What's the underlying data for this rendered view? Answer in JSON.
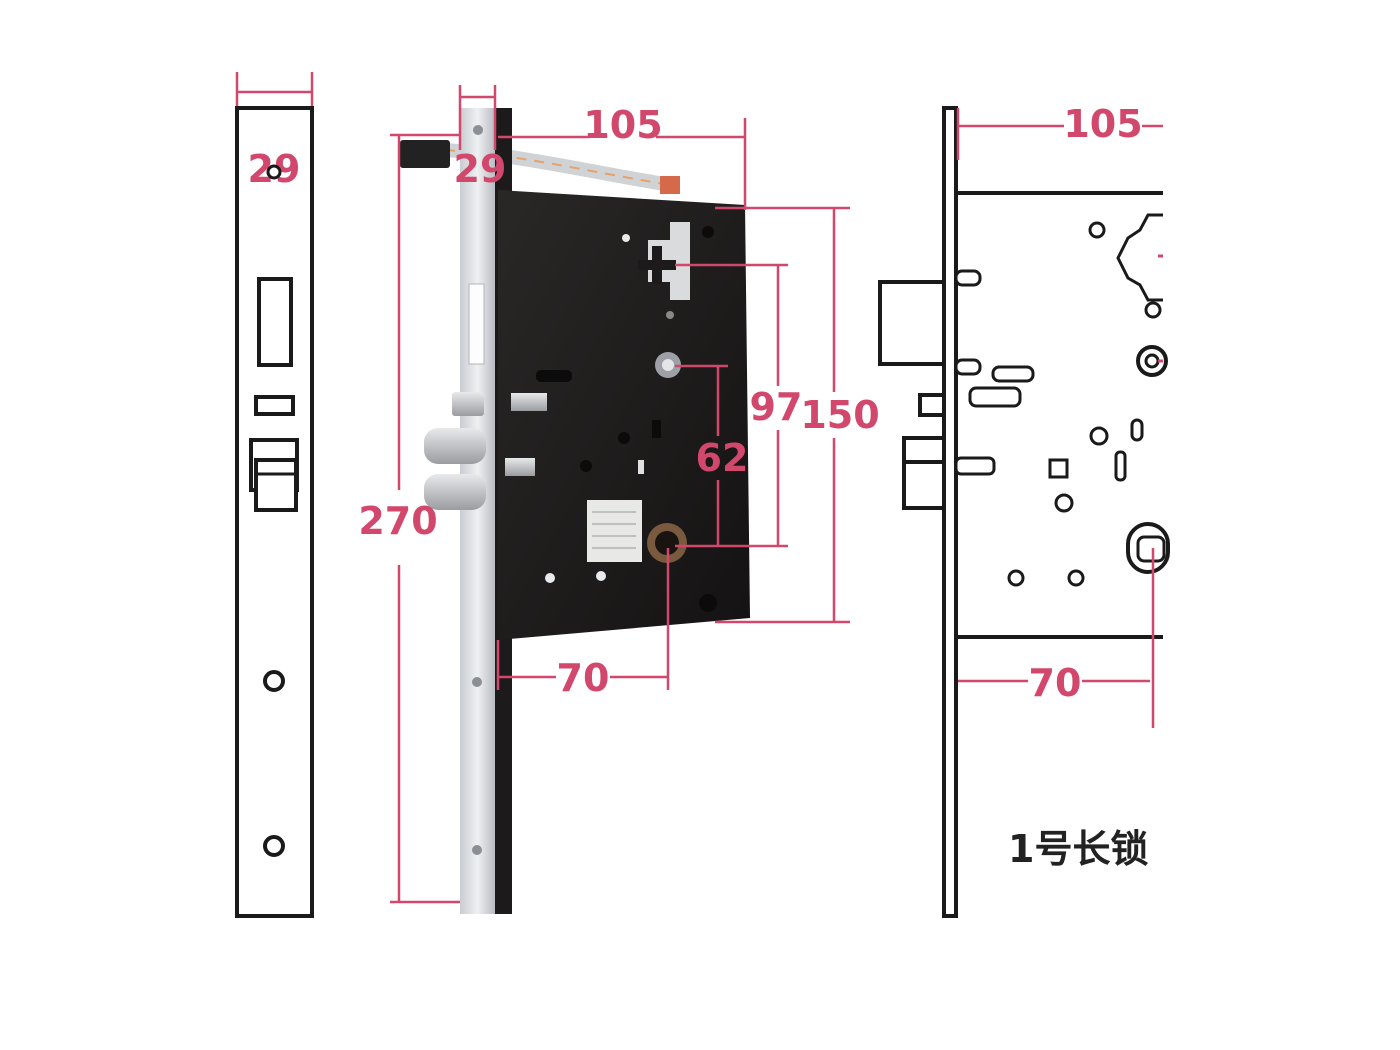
{
  "colors": {
    "dimension": "#d2486d",
    "outline": "#1a1a1a",
    "lock_body": "#1c1a1a",
    "faceplate": "#d9dbdf"
  },
  "dimensions": {
    "front_width": "29",
    "photo_faceplate_width": "29",
    "photo_width": "105",
    "photo_height": "270",
    "photo_body_height": "150",
    "photo_handle_to_cylinder": "97",
    "photo_latch_to_cylinder": "62",
    "photo_backset": "70",
    "drawing_width": "105",
    "drawing_backset": "70"
  },
  "caption": "1号长锁"
}
